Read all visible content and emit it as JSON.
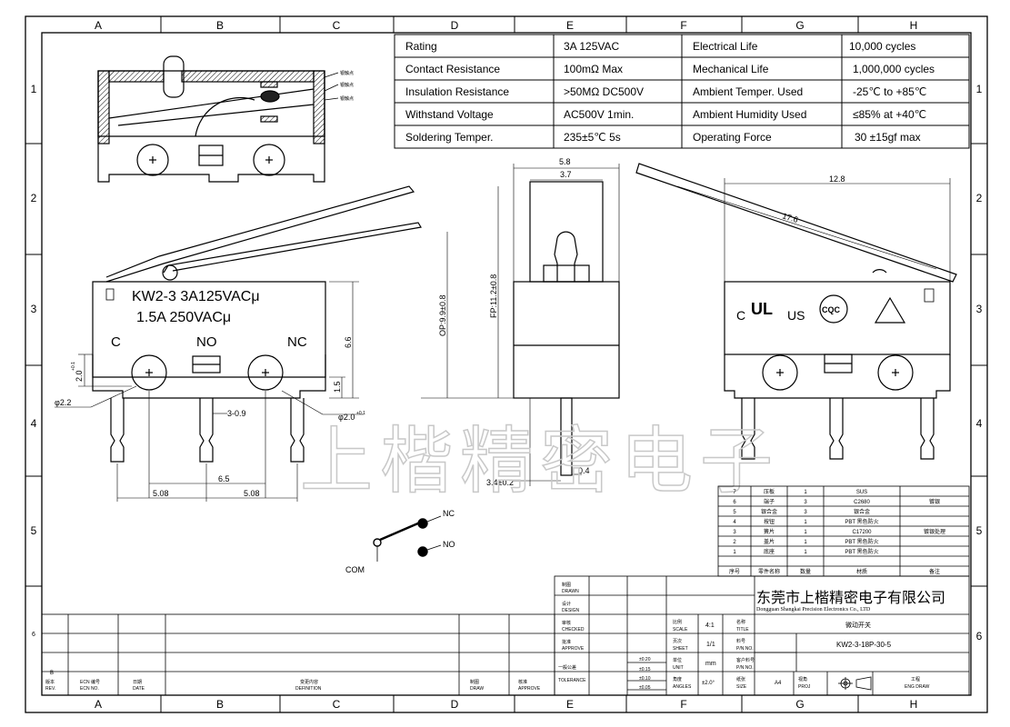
{
  "frame": {
    "columns": [
      "A",
      "B",
      "C",
      "D",
      "E",
      "F",
      "G",
      "H"
    ],
    "rows": [
      "1",
      "2",
      "3",
      "4",
      "5",
      "6"
    ]
  },
  "specs": [
    {
      "label": "Rating",
      "value": "3A 125VAC",
      "label2": "Electrical Life",
      "value2": "10,000 cycles"
    },
    {
      "label": "Contact Resistance",
      "value": "100mΩ Max",
      "label2": "Mechanical Life",
      "value2": "1,000,000 cycles"
    },
    {
      "label": "Insulation Resistance",
      "value": ">50MΩ DC500V",
      "label2": "Ambient Temper. Used",
      "value2": "-25℃ to +85℃"
    },
    {
      "label": "Withstand Voltage",
      "value": "AC500V  1min.",
      "label2": "Ambient Humidity Used",
      "value2": "≤85% at +40℃"
    },
    {
      "label": "Soldering Temper.",
      "value": "235±5℃ 5s",
      "label2": "Operating Force",
      "value2": "30 ±15gf max"
    }
  ],
  "front_view": {
    "marking_line1": "KW2-3 3A125VACμ",
    "marking_line2": "1.5A 250VACμ",
    "terminal_c": "C",
    "terminal_no": "NO",
    "terminal_nc": "NC",
    "dim_height": "6.6",
    "dim_hole_height": "2.0",
    "dim_hole_tol_plus": "+0.1",
    "dim_hole_tol_minus": "-0",
    "dim_hole_dia": "φ2.2",
    "dim_pin_width": "3-0.9",
    "dim_hole2": "φ2.0",
    "dim_hole2_tol_plus": "+0.1",
    "dim_hole2_tol_minus": "-0",
    "dim_base": "1.5",
    "dim_pitch_center": "6.5",
    "dim_pitch_left": "5.08",
    "dim_pitch_right": "5.08"
  },
  "side_view": {
    "dim_width": "5.8",
    "dim_inner": "3.7",
    "dim_op": "OP:9.9±0.8",
    "dim_fp": "FP:11.2±0.8",
    "dim_pin": "3.4±0.2",
    "dim_pin_thick": "0.4"
  },
  "back_view": {
    "dim_length": "12.8",
    "dim_lever": "17.6",
    "cert_c": "C",
    "cert_ul": "UL",
    "cert_us": "US",
    "cert_cqc": "CQC"
  },
  "circuit": {
    "nc": "NC",
    "no": "NO",
    "com": "COM"
  },
  "watermark": "上楷精密电子",
  "bom": [
    {
      "no": "7",
      "name": "压板",
      "qty": "1",
      "material": "SUS",
      "note": ""
    },
    {
      "no": "6",
      "name": "端子",
      "qty": "3",
      "material": "C2680",
      "note": "镀银"
    },
    {
      "no": "5",
      "name": "银合金",
      "qty": "3",
      "material": "银合金",
      "note": ""
    },
    {
      "no": "4",
      "name": "按钮",
      "qty": "1",
      "material": "PBT 黑色防火",
      "note": ""
    },
    {
      "no": "3",
      "name": "簧片",
      "qty": "1",
      "material": "C17200",
      "note": "镀银处理"
    },
    {
      "no": "2",
      "name": "盖片",
      "qty": "1",
      "material": "PBT 黑色防火",
      "note": ""
    },
    {
      "no": "1",
      "name": "底座",
      "qty": "1",
      "material": "PBT 黑色防火",
      "note": ""
    }
  ],
  "bom_header": {
    "no": "序号",
    "name": "零件名称",
    "qty": "数量",
    "material": "材质",
    "note": "备注"
  },
  "title_block": {
    "company_cn": "东莞市上楷精密电子有限公司",
    "company_en": "Dongguan Shangkai Precision Electronics Co., LTD",
    "drawn": "制图",
    "drawn_en": "DRAWN",
    "design": "设计",
    "design_en": "DESIGN",
    "checked": "审核",
    "checked_en": "CHECKED",
    "approve": "批准",
    "approve_en": "APPROVE",
    "tolerance": "一般公差",
    "tolerance_en": "TOLERANCE",
    "tol_values": [
      "±0.20",
      "±0.15",
      "±0.10",
      "±0.05"
    ],
    "scale_label": "比例",
    "scale_en": "SCALE",
    "scale": "4:1",
    "sheet_label": "页次",
    "sheet_en": "SHEET",
    "sheet": "1/1",
    "unit_label": "单位",
    "unit_en": "UNIT",
    "unit": "mm",
    "angles_label": "角度",
    "angles_en": "ANGLES",
    "angles": "±2.0°",
    "title_label": "名称",
    "title_en": "TITLE",
    "title": "微动开关",
    "pn_label": "料号",
    "pn_en": "P/N NO.",
    "pn": "KW2-3-18P-30-5",
    "cust_pn_label": "客户料号",
    "cust_pn_en": "P/N NO.",
    "size_label": "纸张",
    "size_en": "SIZE",
    "size": "A4",
    "proj_label": "视角",
    "proj_en": "PROJ",
    "eng_label": "工程",
    "eng_en": "ENG DRAW"
  },
  "revision_block": {
    "rev": "版本",
    "rev_en": "REV.",
    "ecn": "ECN 编号",
    "ecn_en": "ECN NO.",
    "date": "日期",
    "date_en": "DATE",
    "definition": "变更内容",
    "definition_en": "DEFINITION",
    "draw": "制图",
    "draw_en": "DRAW",
    "approve": "核准",
    "approve_en": "APPROVE",
    "row_b": "B"
  },
  "cross_section_labels": [
    "银触点",
    "银触点",
    "银触点"
  ]
}
